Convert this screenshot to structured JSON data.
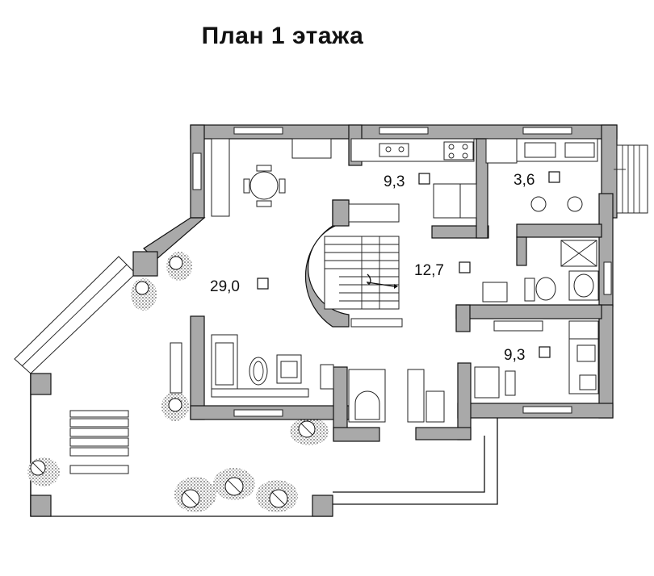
{
  "title": "План 1 этажа",
  "rooms": [
    {
      "id": "living-room",
      "area": "29,0"
    },
    {
      "id": "kitchen",
      "area": "9,3"
    },
    {
      "id": "bathroom",
      "area": "3,6"
    },
    {
      "id": "hall",
      "area": "12,7"
    },
    {
      "id": "bedroom",
      "area": "9,3"
    }
  ],
  "colors": {
    "wall": "#a9a9a9",
    "line": "#111111",
    "background": "#ffffff"
  }
}
